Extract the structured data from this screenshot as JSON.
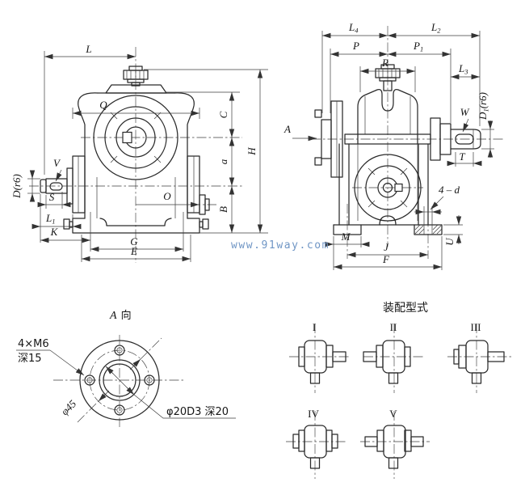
{
  "watermark": {
    "text": "www.91way.com",
    "color": "#7096c5"
  },
  "front_view": {
    "labels": {
      "L": "L",
      "Q": "Q",
      "C": "C",
      "a": "a",
      "H": "H",
      "B": "B",
      "O": "O",
      "V": "V",
      "S": "S",
      "K": "K",
      "G": "G",
      "E": "E",
      "D": "D(r6)",
      "L1": {
        "base": "L",
        "sub": "1"
      }
    }
  },
  "side_view": {
    "labels": {
      "L4": {
        "base": "L",
        "sub": "4"
      },
      "L2": {
        "base": "L",
        "sub": "2"
      },
      "P": "P",
      "P1": {
        "base": "P",
        "sub": "1"
      },
      "R": "R",
      "L3": {
        "base": "L",
        "sub": "3"
      },
      "W": "W",
      "D1": {
        "base": "D",
        "sub": "1",
        "tail": "(r6)"
      },
      "T": "T",
      "A": "A",
      "holes": "4 – d",
      "M": "M",
      "J": "J",
      "F": "F",
      "U": "U"
    }
  },
  "flange_view": {
    "title_letter": "A",
    "title_cjk": "向",
    "thread_note": "4×M6",
    "thread_depth": "深15",
    "bolt_circle": "φ45",
    "bore_note": "φ20D3 深20"
  },
  "assembly": {
    "title": "装配型式",
    "variants": [
      "I",
      "II",
      "III",
      "IV",
      "V"
    ]
  }
}
